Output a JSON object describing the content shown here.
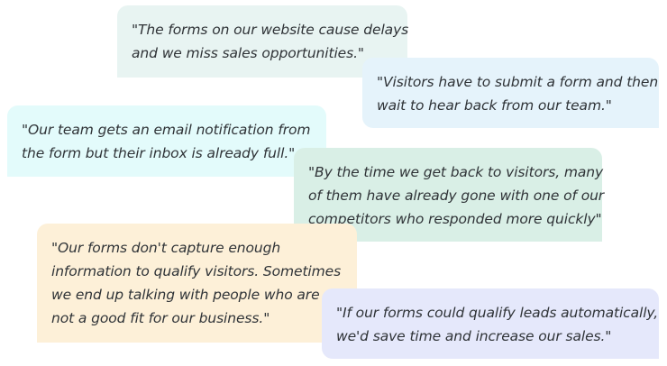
{
  "quotes": [
    {
      "lines": [
        "\"The forms on our website cause delays",
        "and we miss sales opportunities.\""
      ],
      "color": "#e8f4f2"
    },
    {
      "lines": [
        "\"Visitors have to submit a form and then",
        "wait to hear back from our team.\""
      ],
      "color": "#e5f3fb"
    },
    {
      "lines": [
        "\"Our team gets an email notification from",
        "the form but their inbox is already full.\""
      ],
      "color": "#e3fbfb"
    },
    {
      "lines": [
        "\"By the time we get back to visitors, many",
        "of them have already gone with one of our",
        "competitors who responded more quickly\""
      ],
      "color": "#d9efe6"
    },
    {
      "lines": [
        "\"Our forms don't capture enough",
        "information to qualify visitors. Sometimes",
        "we end up talking with people who are",
        "not a good fit for our business.\""
      ],
      "color": "#fdf0d8"
    },
    {
      "lines": [
        "\"If our forms could qualify leads automatically,",
        "we'd save time and increase our sales.\""
      ],
      "color": "#e5e8fb"
    }
  ]
}
